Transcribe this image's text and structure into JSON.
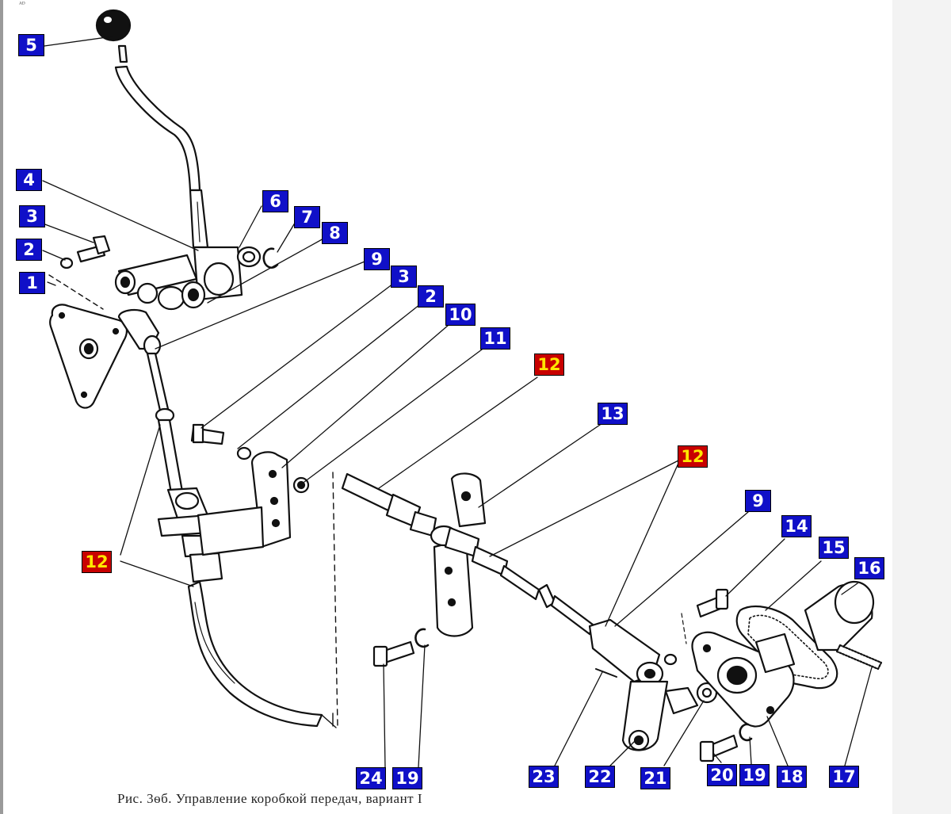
{
  "caption": "Рис. 3ѳб. Управление коробкой передач, вариант I",
  "corner_mark": "ᴬᴰ",
  "colors": {
    "callout_blue": "#1010c8",
    "callout_blue_text": "#ffffff",
    "callout_red": "#c80000",
    "callout_red_text": "#ffe600",
    "ink": "#111111"
  },
  "callouts": [
    {
      "id": "c5",
      "label": "5",
      "variant": "blue"
    },
    {
      "id": "c4",
      "label": "4",
      "variant": "blue"
    },
    {
      "id": "c3a",
      "label": "3",
      "variant": "blue"
    },
    {
      "id": "c2a",
      "label": "2",
      "variant": "blue"
    },
    {
      "id": "c1",
      "label": "1",
      "variant": "blue"
    },
    {
      "id": "c6",
      "label": "6",
      "variant": "blue"
    },
    {
      "id": "c7",
      "label": "7",
      "variant": "blue"
    },
    {
      "id": "c8",
      "label": "8",
      "variant": "blue"
    },
    {
      "id": "c9a",
      "label": "9",
      "variant": "blue"
    },
    {
      "id": "c3b",
      "label": "3",
      "variant": "blue"
    },
    {
      "id": "c2b",
      "label": "2",
      "variant": "blue"
    },
    {
      "id": "c10",
      "label": "10",
      "variant": "blue"
    },
    {
      "id": "c11",
      "label": "11",
      "variant": "blue"
    },
    {
      "id": "c12a",
      "label": "12",
      "variant": "red"
    },
    {
      "id": "c13",
      "label": "13",
      "variant": "blue"
    },
    {
      "id": "c12b",
      "label": "12",
      "variant": "red"
    },
    {
      "id": "c12c",
      "label": "12",
      "variant": "red"
    },
    {
      "id": "c9b",
      "label": "9",
      "variant": "blue"
    },
    {
      "id": "c14",
      "label": "14",
      "variant": "blue"
    },
    {
      "id": "c15",
      "label": "15",
      "variant": "blue"
    },
    {
      "id": "c16",
      "label": "16",
      "variant": "blue"
    },
    {
      "id": "c24",
      "label": "24",
      "variant": "blue"
    },
    {
      "id": "c19a",
      "label": "19",
      "variant": "blue"
    },
    {
      "id": "c23",
      "label": "23",
      "variant": "blue"
    },
    {
      "id": "c22",
      "label": "22",
      "variant": "blue"
    },
    {
      "id": "c21",
      "label": "21",
      "variant": "blue"
    },
    {
      "id": "c20",
      "label": "20",
      "variant": "blue"
    },
    {
      "id": "c19b",
      "label": "19",
      "variant": "blue"
    },
    {
      "id": "c18",
      "label": "18",
      "variant": "blue"
    },
    {
      "id": "c17",
      "label": "17",
      "variant": "blue"
    }
  ]
}
